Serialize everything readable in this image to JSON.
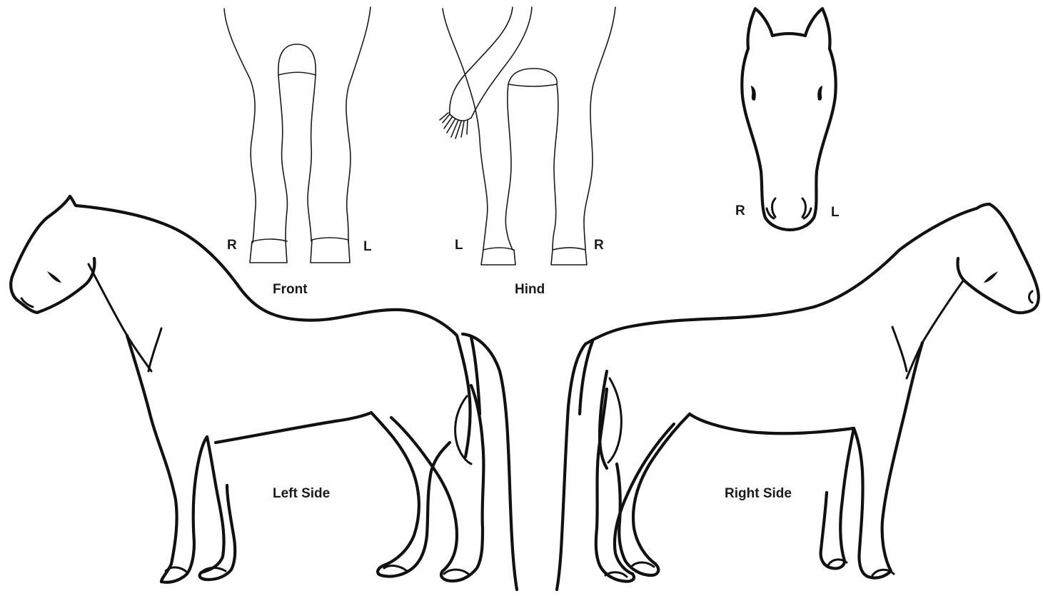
{
  "labels": {
    "front": "Front",
    "hind": "Hind",
    "left_side": "Left Side",
    "right_side": "Right Side",
    "front_right": "R",
    "front_left": "L",
    "hind_left": "L",
    "hind_right": "R",
    "head_right": "R",
    "head_left": "L"
  },
  "colors": {
    "background": "#ffffff",
    "ink": "#111111"
  },
  "icons": {
    "front_view": "horse-front-legs-icon",
    "hind_view": "horse-hind-legs-icon",
    "head_view": "horse-head-front-icon",
    "left_side_view": "horse-left-side-icon",
    "right_side_view": "horse-right-side-icon"
  }
}
